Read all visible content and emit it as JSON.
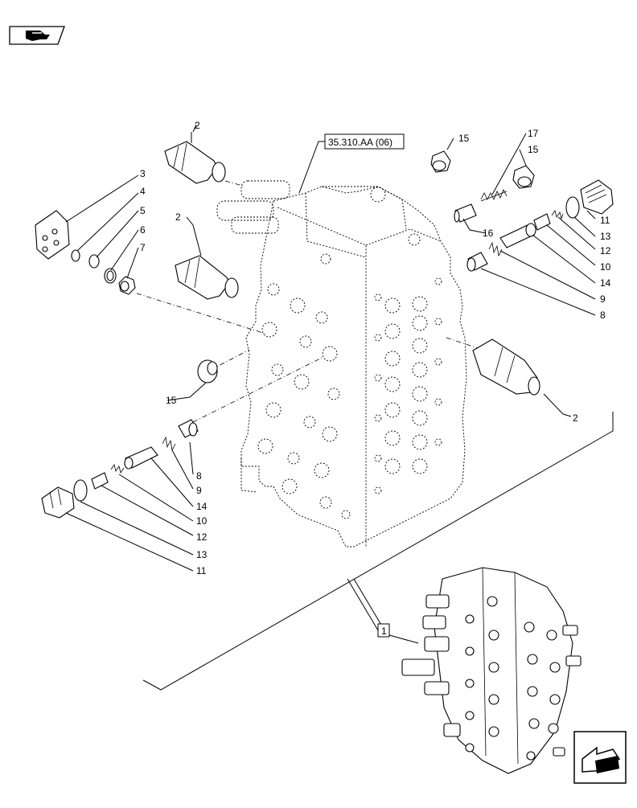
{
  "ref_box": {
    "label": "35.310.AA (06)"
  },
  "assembly_ref": {
    "label": "1"
  },
  "callouts": {
    "c2a": "2",
    "c2b": "2",
    "c2c": "2",
    "c3": "3",
    "c4": "4",
    "c5": "5",
    "c6": "6",
    "c7": "7",
    "c15a": "15",
    "c15b": "15",
    "c15c": "15",
    "c17": "17",
    "c16": "16",
    "c11a": "11",
    "c13a": "13",
    "c12a": "12",
    "c10a": "10",
    "c14a": "14",
    "c9a": "9",
    "c8a": "8",
    "c8b": "8",
    "c9b": "9",
    "c14b": "14",
    "c10b": "10",
    "c12b": "12",
    "c13b": "13",
    "c11b": "11"
  },
  "icons": {
    "top_left": "book-hand-icon",
    "bottom_right": "next-page-arrow-icon"
  }
}
